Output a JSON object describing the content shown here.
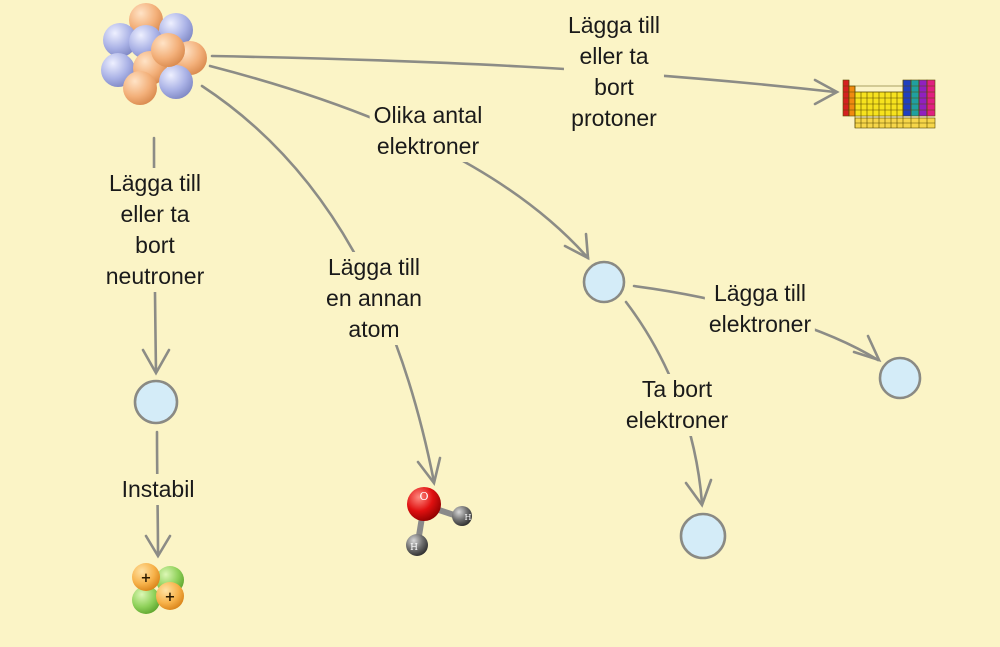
{
  "diagram": {
    "background": "#fbf4c6",
    "node_fill": "#d4ecf8",
    "edge_color": "#8c8c86",
    "labels": {
      "add_remove_protons": "Lägga till\neller ta\nbort\nprotoner",
      "different_electrons": "Olika antal\nelektroner",
      "add_remove_neutrons": "Lägga till\neller ta\nbort\nneutroner",
      "add_other_atom": "Lägga till\nen annan\natom",
      "add_electrons": "Lägga till\nelektroner",
      "remove_electrons": "Ta bort\nelektroner",
      "unstable": "Instabil"
    },
    "molecule": {
      "oxygen_symbol": "O",
      "hydrogen_symbol": "H"
    },
    "alpha_particle": {
      "proton_symbol": "+"
    }
  }
}
